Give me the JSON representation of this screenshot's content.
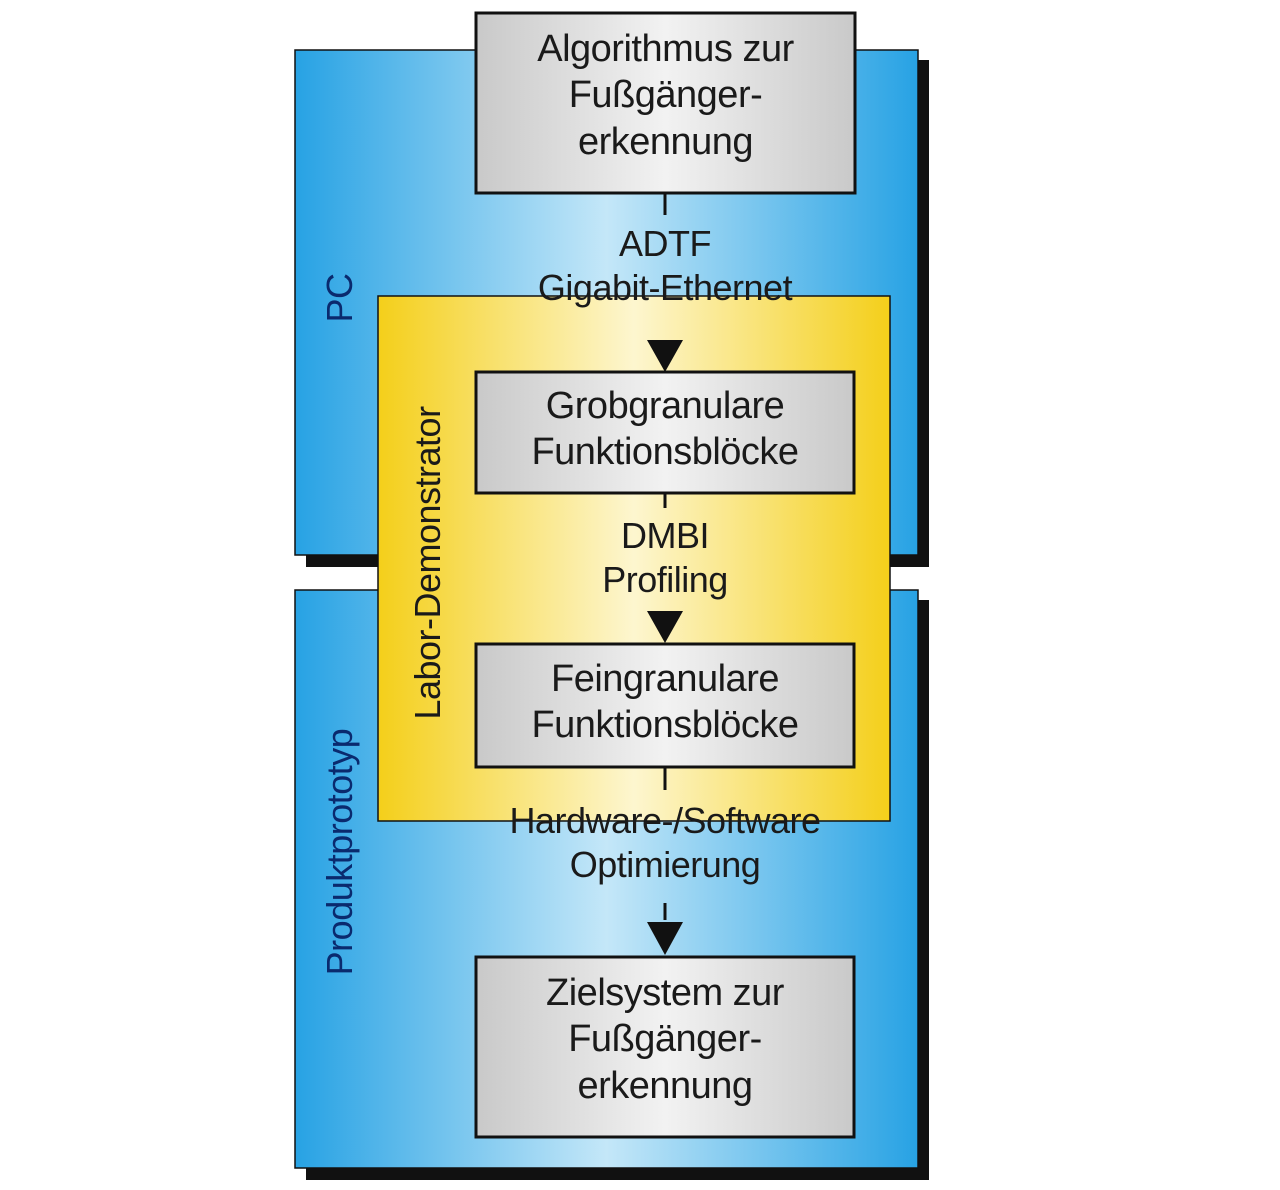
{
  "regions": {
    "pc": "PC",
    "produktprototyp": "Produktprototyp",
    "labor": "Labor-Demonstrator"
  },
  "boxes": {
    "algorithmus": "Algorithmus zur\nFußgänger-\nerkennung",
    "grob": "Grobgranulare\nFunktionsblöcke",
    "fein": "Feingranulare\nFunktionsblöcke",
    "ziel": "Zielsystem zur\nFußgänger-\nerkennung"
  },
  "connectors": {
    "c1": "ADTF\nGigabit-Ethernet",
    "c2": "DMBI\nProfiling",
    "c3": "Hardware-/Software\nOptimierung"
  },
  "colors": {
    "blue": "#2aa8e8",
    "yellow": "#f6d21e",
    "box_fill": "#d9d9d9",
    "shadow": "#111111"
  }
}
